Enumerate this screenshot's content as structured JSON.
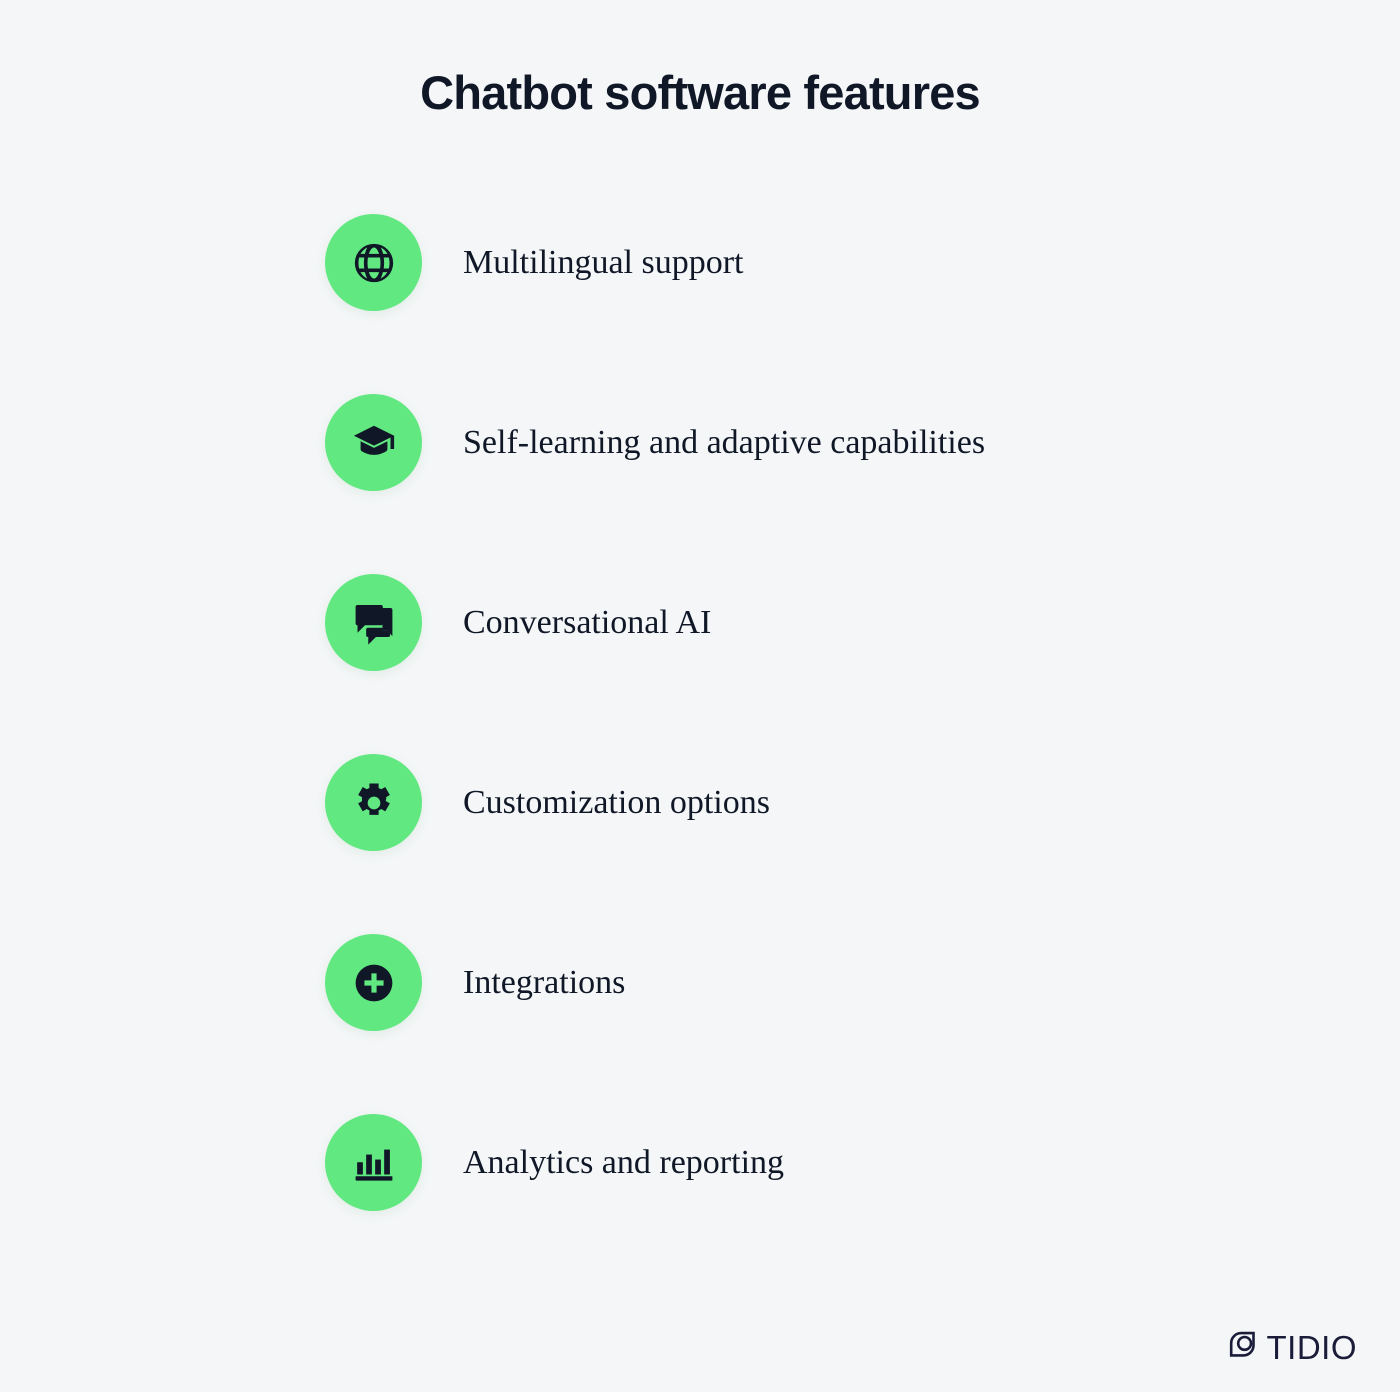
{
  "header": {
    "title": "Chatbot software features"
  },
  "colors": {
    "background": "#f4f6f7",
    "icon_badge": "#62e880",
    "text": "#101828",
    "logo": "#1a1c3a"
  },
  "features": [
    {
      "label": "Multilingual support",
      "icon": "globe-icon"
    },
    {
      "label": "Self-learning and adaptive capabilities",
      "icon": "graduation-cap-icon"
    },
    {
      "label": "Conversational AI",
      "icon": "chat-bubbles-icon"
    },
    {
      "label": "Customization options",
      "icon": "gear-icon"
    },
    {
      "label": "Integrations",
      "icon": "plus-circle-icon"
    },
    {
      "label": "Analytics and reporting",
      "icon": "bar-chart-icon"
    }
  ],
  "logo": {
    "wordmark": "TIDIO",
    "mark": "tidio-chat-bubble-icon"
  }
}
